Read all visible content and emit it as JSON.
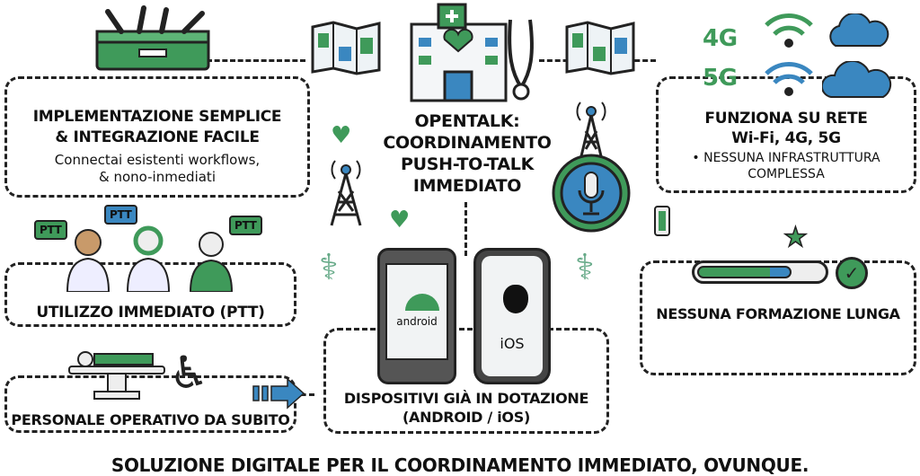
{
  "title": {
    "line1": "OPENTALK:",
    "line2": "COORDINAMENTO",
    "line3": "PUSH-TO-TALK",
    "line4": "IMMEDIATO"
  },
  "implementation": {
    "title1": "IMPLEMENTAZIONE SEMPLICE",
    "title2": "& INTEGRAZIONE FACILE",
    "sub1": "Connectai esistenti workflows,",
    "sub2": "& nono-inmediati"
  },
  "network": {
    "title1": "FUNZIONA SU RETE",
    "title2": "Wi-Fi, 4G, 5G",
    "sub1": "• NESSUNA INFRASTRUTTURA",
    "sub2": "COMPLESSA",
    "badge4g": "4G",
    "badge5g": "5G"
  },
  "ptt": {
    "label": "UTILIZZO IMMEDIATO (PTT)",
    "bubble1": "PTT",
    "bubble2": "PTT",
    "bubble3": "PTT"
  },
  "training": {
    "label": "NESSUNA FORMAZIONE LUNGA",
    "progress": 0.75
  },
  "staff": {
    "label": "PERSONALE OPERATIVO DA SUBITO"
  },
  "devices": {
    "title1": "DISPOSITIVI GIÀ IN DOTAZIONE",
    "title2": "(ANDROID / iOS)",
    "android": "android",
    "ios": "iOS"
  },
  "footer": "SOLUZIONE DIGITALE PER IL COORDINAMENTO IMMEDIATO, OVUNQUE.",
  "colors": {
    "green": "#3f9a5a",
    "blue": "#3a87c0"
  }
}
